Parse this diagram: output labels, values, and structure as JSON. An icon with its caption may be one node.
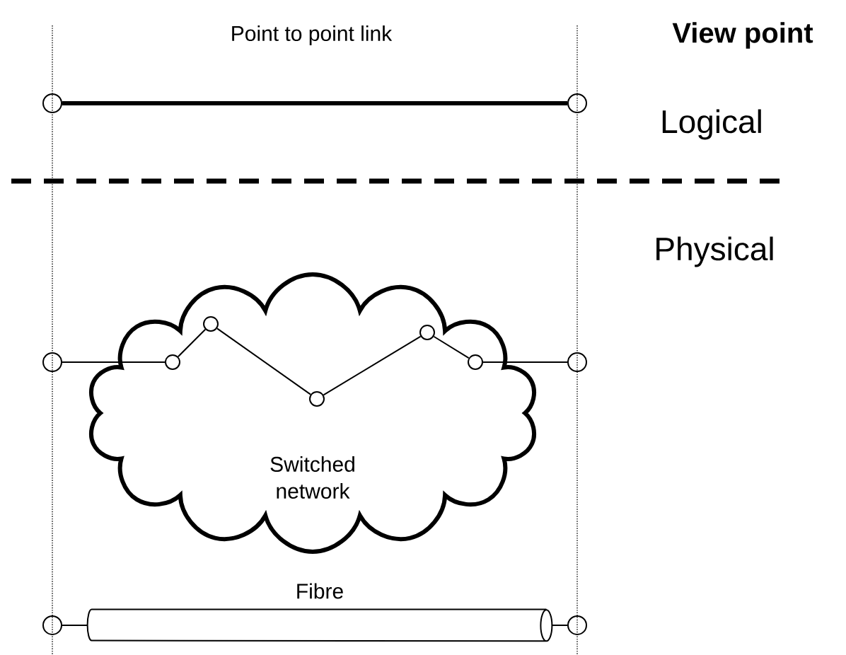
{
  "diagram": {
    "nodes": [
      {
        "text": [],
        "shape": "circle"
      },
      {
        "text": [],
        "shape": "circle"
      },
      {
        "text": [
          "Switched network"
        ]
      },
      {
        "text": [],
        "shape": "circle"
      },
      {
        "text": [],
        "shape": "circle",
        "in": 2
      },
      {
        "text": [],
        "shape": "circle",
        "in": 2
      },
      {
        "text": [],
        "shape": "circle",
        "in": 2
      },
      {
        "text": [],
        "shape": "circle",
        "in": 2
      },
      {
        "text": [],
        "shape": "circle",
        "in": 2
      },
      {
        "text": [],
        "shape": "circle"
      },
      {
        "text": [],
        "shape": "circle"
      },
      {
        "text": [
          "Fibre"
        ]
      },
      {
        "text": [],
        "shape": "circle"
      }
    ],
    "edges": [
      {
        "from": 0,
        "to": 1,
        "arrow": "none",
        "style": "thick"
      },
      {
        "from": 3,
        "to": 4,
        "arrow": "none"
      },
      {
        "from": 4,
        "to": 5,
        "arrow": "none"
      },
      {
        "from": 5,
        "to": 6,
        "arrow": "none"
      },
      {
        "from": 6,
        "to": 7,
        "arrow": "none"
      },
      {
        "from": 7,
        "to": 8,
        "arrow": "none"
      },
      {
        "from": 8,
        "to": 9,
        "arrow": "none"
      },
      {
        "from": 10,
        "to": 11,
        "arrow": "none"
      },
      {
        "from": 11,
        "to": 12,
        "arrow": "none"
      }
    ],
    "labels": [
      "Point to point link",
      "View point",
      "Logical",
      "Physical"
    ]
  }
}
